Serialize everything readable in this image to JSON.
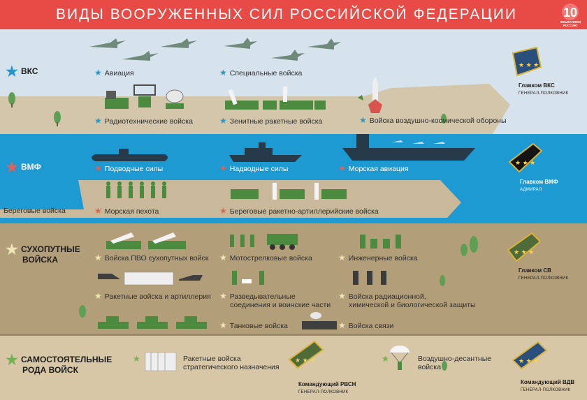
{
  "title": "ВИДЫ ВООРУЖЕННЫХ СИЛ РОССИЙСКОЙ ФЕДЕРАЦИИ",
  "logo": {
    "text": "ОБЪЯСНЯЕМ РОССИЮ"
  },
  "colors": {
    "vks": "#2a97c8",
    "vmf": "#e0605a",
    "sv": "#f1e5b8",
    "srv": "#72b34f",
    "title_bar": "#e84b45"
  },
  "vks": {
    "name": "ВКС",
    "items": [
      "Авиация",
      "Специальные войска",
      "Радиотехнические войска",
      "Зенитные ракетные войска",
      "Войска воздушно-космической обороны"
    ],
    "commander": {
      "post": "Главком ВКС",
      "rank": "генерал-полковник"
    }
  },
  "vmf": {
    "name": "ВМФ",
    "items": [
      "Подводные силы",
      "Надводные силы",
      "Морская авиация",
      "Береговые войска",
      "Морская пехота",
      "Береговые ракетно-артиллерийские войска"
    ],
    "commander": {
      "post": "Главком ВМФ",
      "rank": "адмирал"
    }
  },
  "sv": {
    "name_line1": "СУХОПУТНЫЕ",
    "name_line2": "ВОЙСКА",
    "items": [
      {
        "l1": "Войска ПВО сухопутных войск"
      },
      {
        "l1": "Мотострелковые войска"
      },
      {
        "l1": "Инженерные войска"
      },
      {
        "l1": "Ракетные войска и артиллерия"
      },
      {
        "l1": "Разведывательные",
        "l2": "соединения и воинские части"
      },
      {
        "l1": "Войска радиационной,",
        "l2": "химической и биологической защиты"
      },
      {
        "l1": "Танковые войска"
      },
      {
        "l1": "Войска связи"
      }
    ],
    "commander": {
      "post": "Главком СВ",
      "rank": "генерал-полковник"
    }
  },
  "srv": {
    "name_line1": "САМОСТОЯТЕЛЬНЫЕ",
    "name_line2": "РОДА ВОЙСК",
    "items": [
      {
        "l1": "Ракетные войска",
        "l2": "стратегического назначения"
      },
      {
        "l1": "Воздушно-десантные",
        "l2": "войска"
      }
    ],
    "commanders": [
      {
        "post": "Командующий РВСН",
        "rank": "генерал-полковник"
      },
      {
        "post": "Командующий ВДВ",
        "rank": "генерал-полковник"
      }
    ]
  }
}
